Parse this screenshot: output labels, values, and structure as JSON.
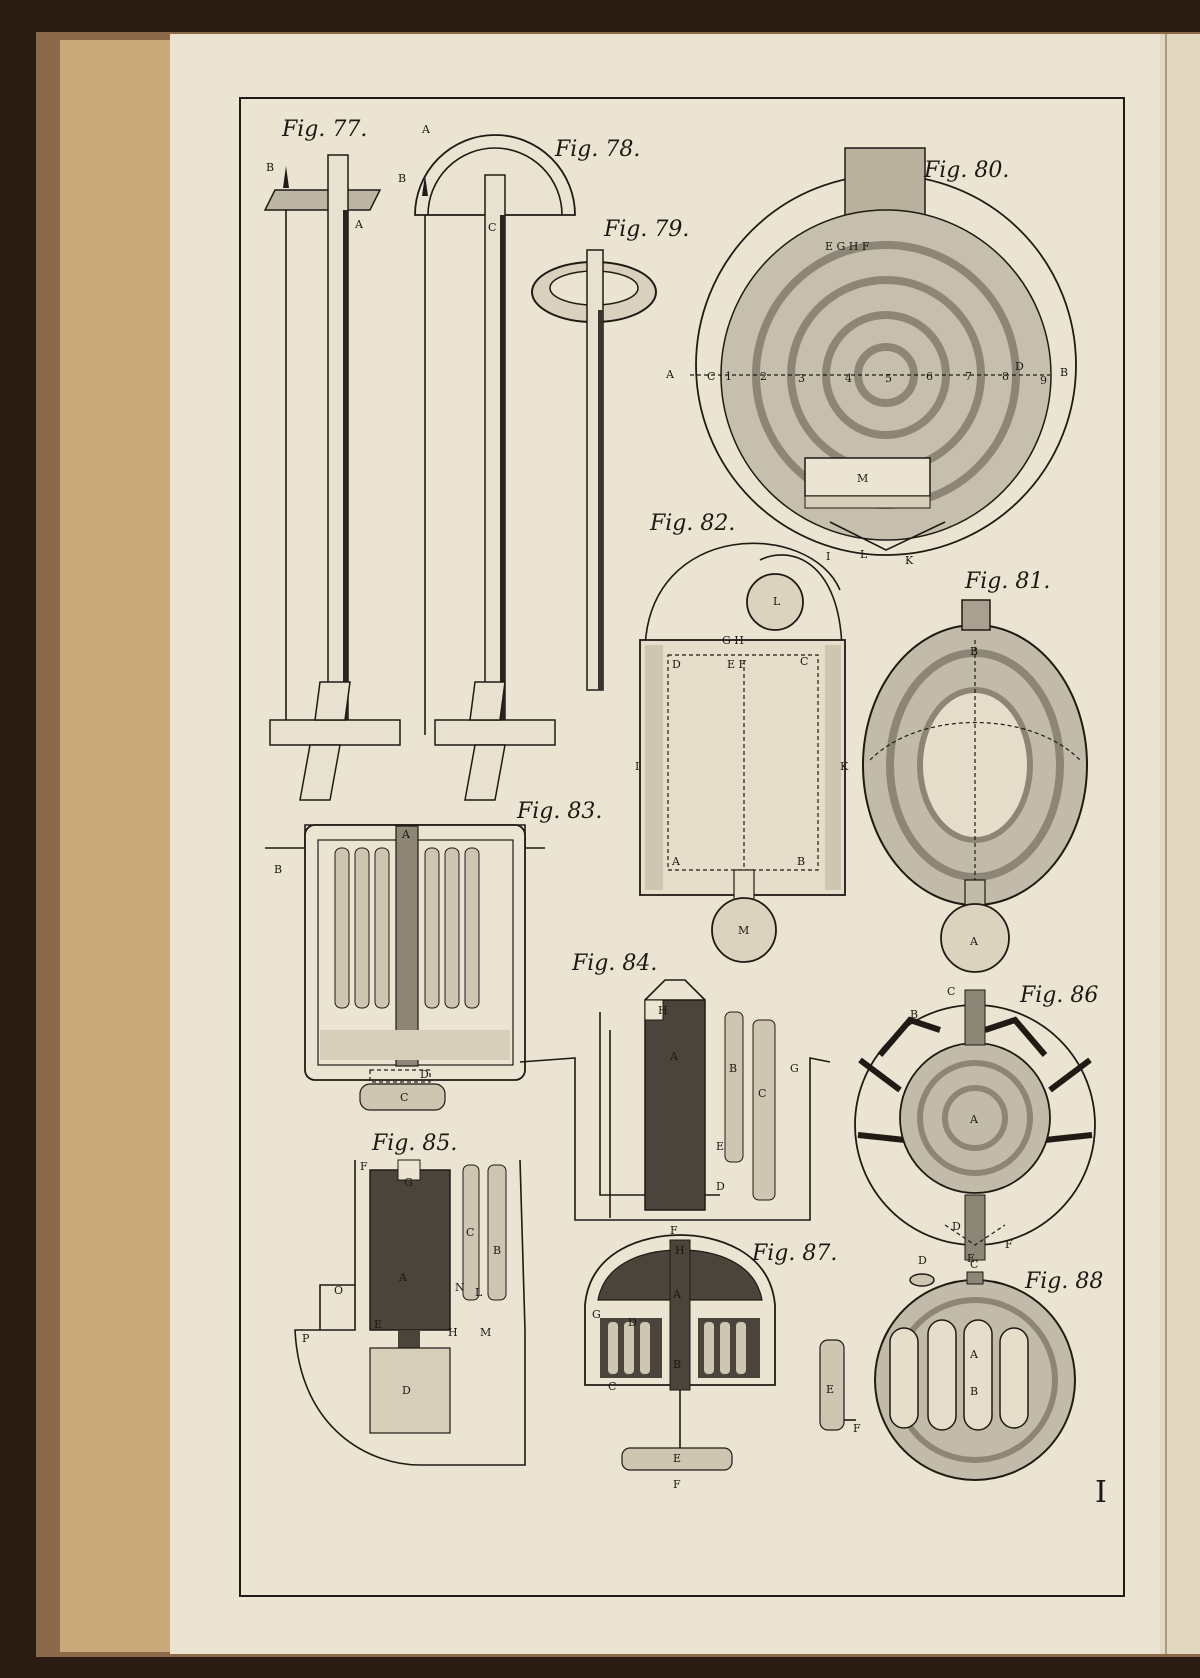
{
  "plate": {
    "page_number": "I",
    "figures": [
      {
        "id": "fig77",
        "caption": "Fig. 77.",
        "labels": [
          "B",
          "A"
        ]
      },
      {
        "id": "fig78",
        "caption": "Fig. 78.",
        "labels": [
          "A",
          "B",
          "C"
        ]
      },
      {
        "id": "fig79",
        "caption": "Fig. 79.",
        "labels": []
      },
      {
        "id": "fig80",
        "caption": "Fig. 80.",
        "labels": [
          "E G H F",
          "A",
          "C",
          "D",
          "B",
          "M",
          "I",
          "L",
          "K"
        ],
        "scale": [
          "1",
          "2",
          "3",
          "4",
          "5",
          "6",
          "7",
          "8",
          "9"
        ]
      },
      {
        "id": "fig81",
        "caption": "Fig. 81.",
        "labels": [
          "B",
          "A"
        ]
      },
      {
        "id": "fig82",
        "caption": "Fig. 82.",
        "labels": [
          "L",
          "G H",
          "D",
          "E F",
          "C",
          "I",
          "K",
          "A",
          "B",
          "M"
        ]
      },
      {
        "id": "fig83",
        "caption": "Fig. 83.",
        "labels": [
          "A",
          "B",
          "D",
          "C"
        ]
      },
      {
        "id": "fig84",
        "caption": "Fig. 84.",
        "labels": [
          "H",
          "A",
          "B",
          "C",
          "G",
          "E",
          "D",
          "F"
        ]
      },
      {
        "id": "fig85",
        "caption": "Fig. 85.",
        "labels": [
          "F",
          "G",
          "C",
          "B",
          "A",
          "N",
          "L",
          "O",
          "E",
          "H",
          "M",
          "P",
          "D"
        ]
      },
      {
        "id": "fig86",
        "caption": "Fig. 86",
        "labels": [
          "C",
          "B",
          "A",
          "D",
          "F",
          "E"
        ]
      },
      {
        "id": "fig87",
        "caption": "Fig. 87.",
        "labels": [
          "H",
          "A",
          "G",
          "D",
          "C",
          "B",
          "E",
          "F"
        ]
      },
      {
        "id": "fig88",
        "caption": "Fig. 88",
        "labels": [
          "D",
          "C",
          "A",
          "B",
          "E",
          "F"
        ]
      }
    ]
  },
  "colors": {
    "paper": "#ece4d2",
    "ink": "#1f1a14",
    "shade": "#5b544a",
    "spine": "#c9a97a"
  }
}
